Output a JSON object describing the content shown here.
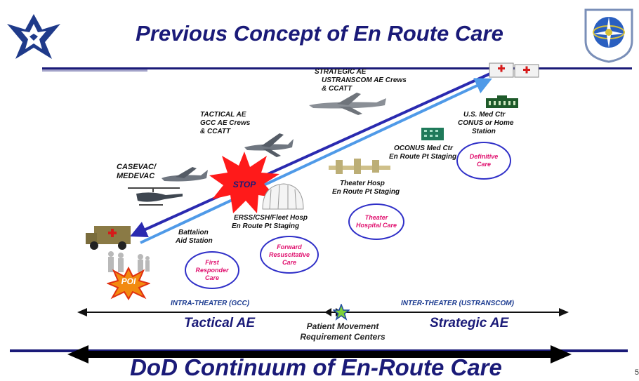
{
  "title": "Previous Concept of En Route Care",
  "bottom_title": "DoD Continuum of En-Route Care",
  "page_number": "5",
  "stop_sign": "STOP",
  "poi": "POI",
  "labels": {
    "strategic_ae": "STRATEGIC AE",
    "strategic_crews": "USTRANSCOM AE Crews",
    "strategic_ccatt": "& CCATT",
    "tactical_ae": "TACTICAL AE",
    "tactical_crews": "GCC AE Crews",
    "tactical_ccatt": "& CCATT",
    "casevac": "CASEVAC/",
    "medevac": "MEDEVAC",
    "battalion": "Battalion",
    "aid_station": "Aid Station",
    "erss": "ERSS/CSH/Fleet Hosp",
    "erss_staging": "En Route Pt Staging",
    "theater_hosp": "Theater Hosp",
    "theater_staging": "En Route Pt Staging",
    "oconus": "OCONUS Med Ctr",
    "oconus_staging": "En Route Pt Staging",
    "us_med_ctr": "U.S. Med Ctr",
    "conus": "CONUS or Home",
    "station": "Station"
  },
  "care_circles": {
    "first_responder": [
      "First",
      "Responder",
      "Care"
    ],
    "forward_resuscitative": [
      "Forward",
      "Resuscitative",
      "Care"
    ],
    "theater_hospital": [
      "Theater",
      "Hospital  Care"
    ],
    "definitive": [
      "Definitive",
      "Care"
    ]
  },
  "bottom": {
    "intra_theater": "INTRA-THEATER (GCC)",
    "inter_theater": "INTER-THEATER (USTRANSCOM)",
    "tactical_ae": "Tactical AE",
    "strategic_ae": "Strategic AE",
    "pmrc_line1": "Patient Movement",
    "pmrc_line2": "Requirement Centers"
  },
  "colors": {
    "title": "#1a1a78",
    "arrow_dark": "#2a2ab0",
    "arrow_light": "#4f9ae8",
    "stop": "#ff1a1a",
    "care_text": "#e0106e"
  }
}
